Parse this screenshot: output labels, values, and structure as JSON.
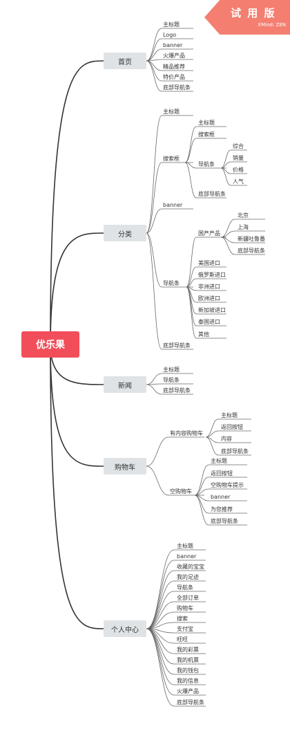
{
  "badge": {
    "title": "试 用 版",
    "subtitle": "XMind: ZEN"
  },
  "root": "优乐果",
  "branches": {
    "home": {
      "label": "首页",
      "items": [
        "主标题",
        "Logo",
        "banner",
        "火爆产品",
        "精品推荐",
        "特价产品",
        "底部导航条"
      ]
    },
    "category": {
      "label": "分类",
      "title": "主标题",
      "search": {
        "label": "搜索框",
        "box": "搜索框",
        "nav": {
          "label": "导航条",
          "items": [
            "综合",
            "销量",
            "价格",
            "人气"
          ]
        },
        "bottom": "底部导航条"
      },
      "banner": "banner",
      "nav": {
        "label": "导航条",
        "domestic": {
          "label": "国产产品",
          "items": [
            "北京",
            "上海",
            "新疆吐鲁番",
            "底部导航条"
          ]
        },
        "items": [
          "美国进口",
          "俄罗斯进口",
          "非洲进口",
          "欧洲进口",
          "新加坡进口",
          "泰国进口",
          "其他"
        ]
      },
      "bottom": "底部导航条"
    },
    "news": {
      "label": "新闻",
      "items": [
        "主标题",
        "导航条",
        "底部导航条"
      ]
    },
    "cart": {
      "label": "购物车",
      "with": {
        "label": "有内容购物车",
        "items": [
          "主标题",
          "返回按钮",
          "内容",
          "底部导航条"
        ]
      },
      "empty": {
        "label": "空购物车",
        "items": [
          "主标题",
          "返回按钮",
          "空购物车提示",
          "banner",
          "为您推荐",
          "底部导航条"
        ]
      }
    },
    "profile": {
      "label": "个人中心",
      "items": [
        "主标题",
        "banner",
        "收藏的宝宝",
        "我的足迹",
        "导航条",
        "全部订单",
        "购物车",
        "搜索",
        "支付宝",
        "旺旺",
        "我的彩票",
        "我的机票",
        "我的钱包",
        "我的信息",
        "火爆产品",
        "底部导航条"
      ]
    }
  }
}
